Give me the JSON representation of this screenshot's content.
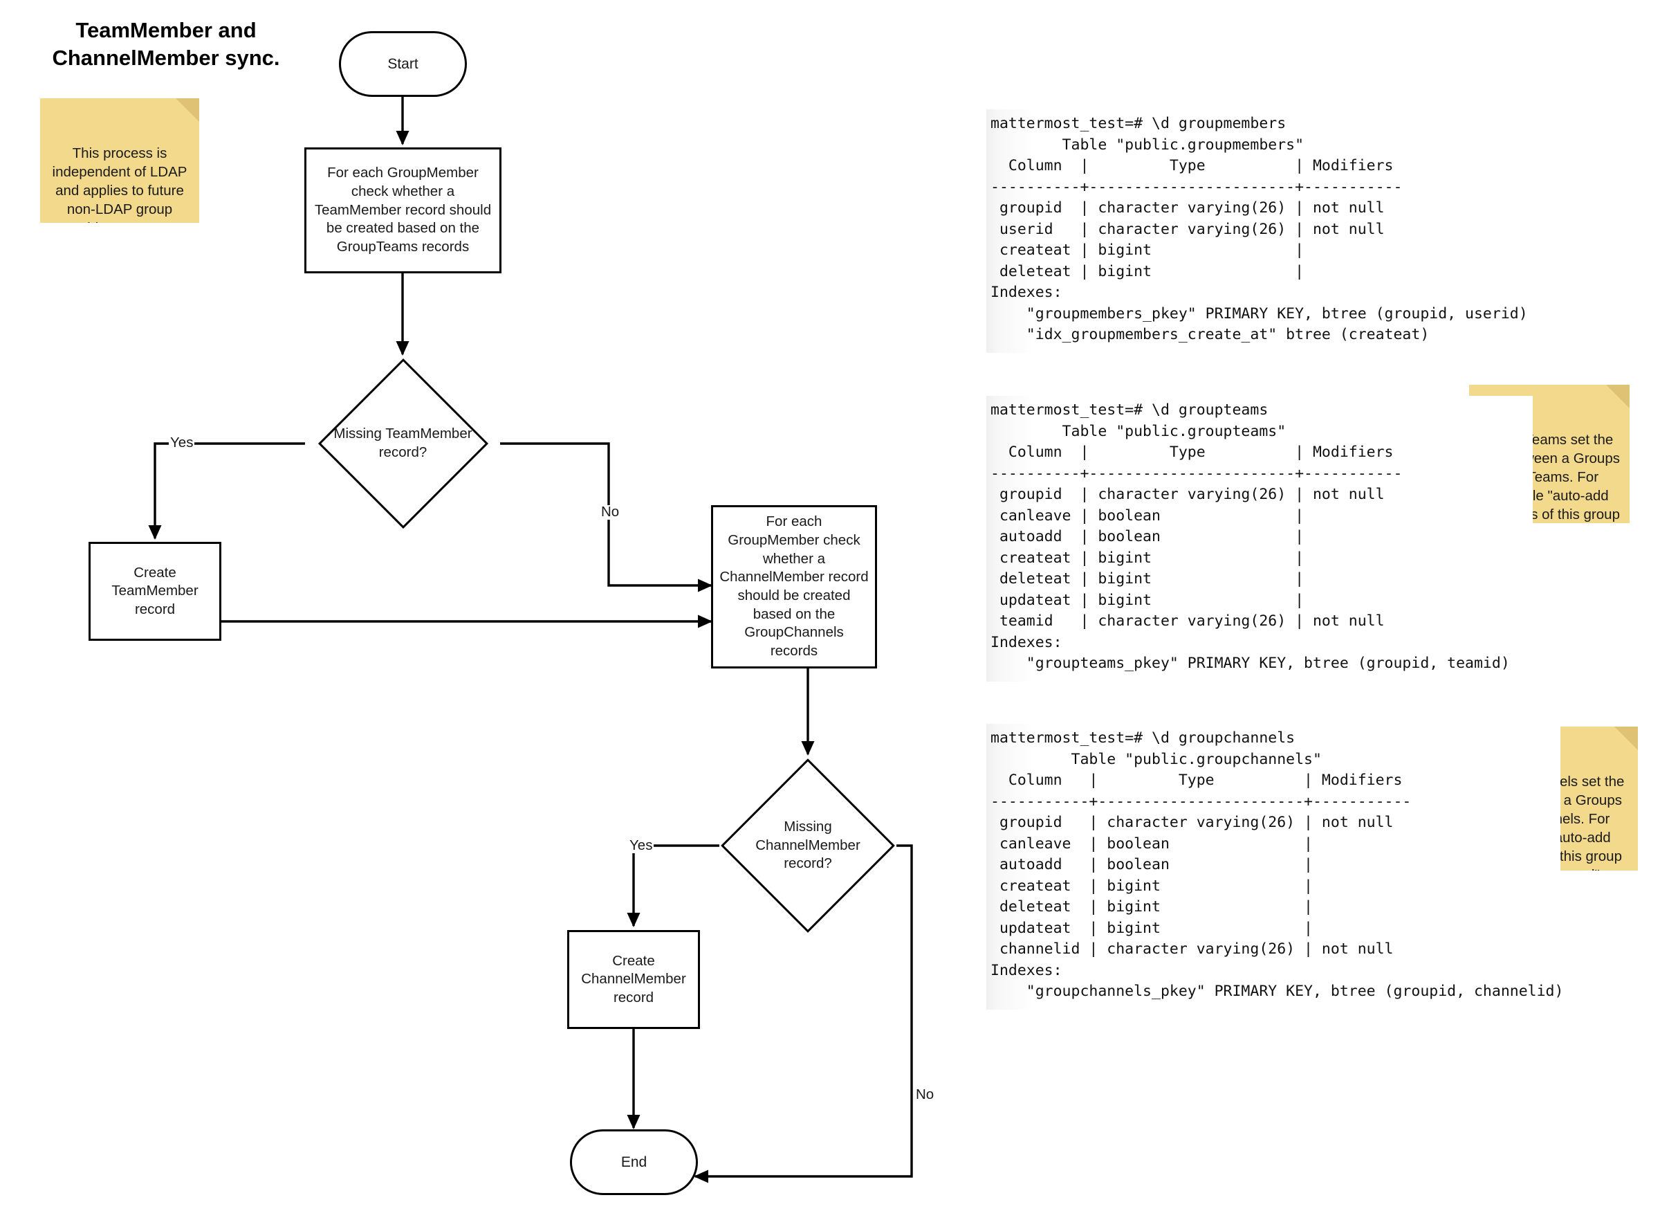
{
  "title": "TeamMember and\nChannelMember sync.",
  "notes": [
    {
      "id": "ldap-note",
      "text": "This process is\nindependent of LDAP\nand applies to future\nnon-LDAP group\nprovides or custom\ngroups"
    },
    {
      "id": "groupteams-note",
      "text": "GroupTeams set the\nlink between a Groups\nand Teams. For\nexample \"auto-add\nmembers of this group\nto this team\""
    },
    {
      "id": "groupchannels-note",
      "text": "GroupChannels set the\nlink between a Groups\nand Channels. For\nexample \"auto-add\nmembers of this group\nto this channel\""
    }
  ],
  "flow": {
    "start": "Start",
    "process_teammember": "For each GroupMember\ncheck whether a\nTeamMember record should\nbe created based on the\nGroupTeams records",
    "decision_teammember": "Missing TeamMember\nrecord?",
    "create_teammember": "Create\nTeamMember\nrecord",
    "process_channelmember": "For each\nGroupMember check\nwhether a\nChannelMember record\nshould be created\nbased on the\nGroupChannels\nrecords",
    "decision_channelmember": "Missing\nChannelMember\nrecord?",
    "create_channelmember": "Create\nChannelMember\nrecord",
    "end": "End",
    "label_yes_1": "Yes",
    "label_no_1": "No",
    "label_yes_2": "Yes",
    "label_no_2": "No"
  },
  "terminals": [
    {
      "id": "groupmembers",
      "text": "mattermost_test=# \\d groupmembers\n        Table \"public.groupmembers\"\n  Column  |         Type          | Modifiers\n----------+-----------------------+-----------\n groupid  | character varying(26) | not null\n userid   | character varying(26) | not null\n createat | bigint                |\n deleteat | bigint                |\nIndexes:\n    \"groupmembers_pkey\" PRIMARY KEY, btree (groupid, userid)\n    \"idx_groupmembers_create_at\" btree (createat)"
    },
    {
      "id": "groupteams",
      "text": "mattermost_test=# \\d groupteams\n        Table \"public.groupteams\"\n  Column  |         Type          | Modifiers\n----------+-----------------------+-----------\n groupid  | character varying(26) | not null\n canleave | boolean               |\n autoadd  | boolean               |\n createat | bigint                |\n deleteat | bigint                |\n updateat | bigint                |\n teamid   | character varying(26) | not null\nIndexes:\n    \"groupteams_pkey\" PRIMARY KEY, btree (groupid, teamid)"
    },
    {
      "id": "groupchannels",
      "text": "mattermost_test=# \\d groupchannels\n         Table \"public.groupchannels\"\n  Column   |         Type          | Modifiers\n-----------+-----------------------+-----------\n groupid   | character varying(26) | not null\n canleave  | boolean               |\n autoadd   | boolean               |\n createat  | bigint                |\n deleteat  | bigint                |\n updateat  | bigint                |\n channelid | character varying(26) | not null\nIndexes:\n    \"groupchannels_pkey\" PRIMARY KEY, btree (groupid, channelid)"
    }
  ],
  "colors": {
    "note_fill": "#f2d98c",
    "note_fold": "#e0c275",
    "stroke": "#000000",
    "background": "#ffffff"
  }
}
